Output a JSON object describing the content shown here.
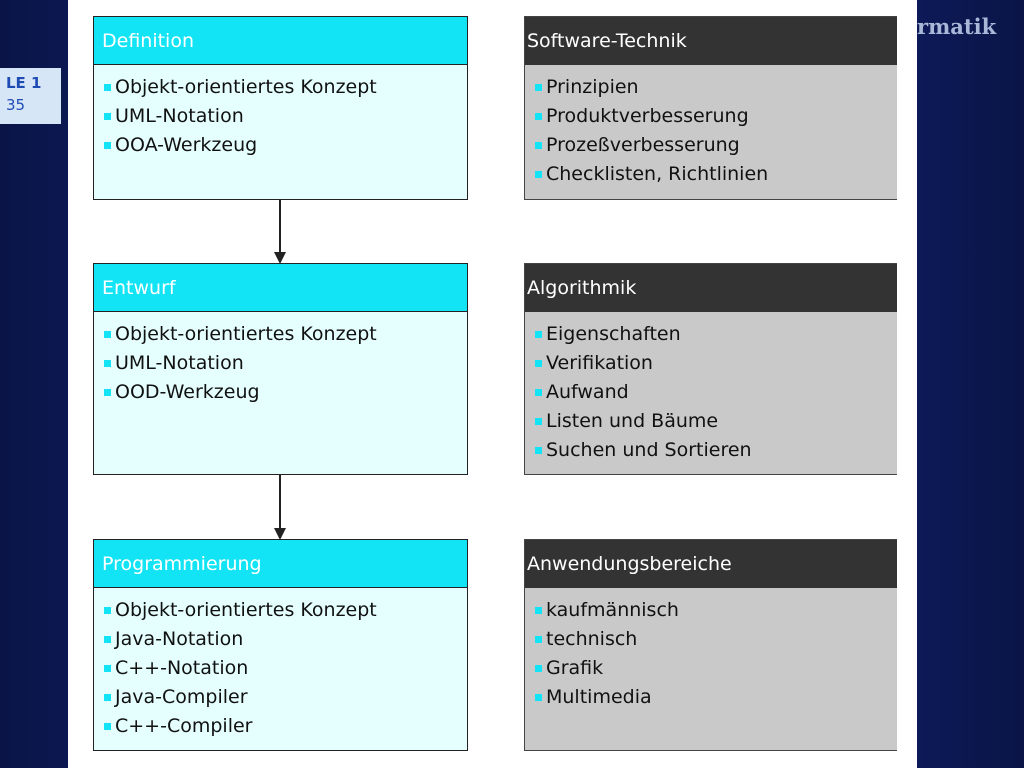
{
  "slide": {
    "le": "LE 1",
    "page": "35",
    "header_fragment": "rmatik"
  },
  "left_boxes": [
    {
      "title": "Definition",
      "items": [
        "Objekt-orientiertes Konzept",
        "UML-Notation",
        "OOA-Werkzeug"
      ]
    },
    {
      "title": "Entwurf",
      "items": [
        "Objekt-orientiertes Konzept",
        "UML-Notation",
        "OOD-Werkzeug"
      ]
    },
    {
      "title": "Programmierung",
      "items": [
        "Objekt-orientiertes Konzept",
        "Java-Notation",
        "C++-Notation",
        "Java-Compiler",
        "C++-Compiler"
      ]
    }
  ],
  "right_boxes": [
    {
      "title": "Software-Technik",
      "items": [
        "Prinzipien",
        "Produktverbesserung",
        "Prozeßverbesserung",
        "Checklisten, Richtlinien"
      ]
    },
    {
      "title": "Algorithmik",
      "items": [
        "Eigenschaften",
        "Verifikation",
        "Aufwand",
        "Listen und Bäume",
        "Suchen und Sortieren"
      ]
    },
    {
      "title": "Anwendungsbereiche",
      "items": [
        "kaufmännisch",
        "technisch",
        "Grafik",
        "Multimedia"
      ]
    }
  ]
}
